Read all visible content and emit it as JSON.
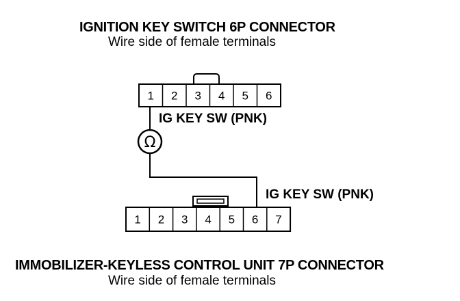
{
  "top_connector": {
    "title": "IGNITION KEY SWITCH 6P CONNECTOR",
    "subtitle": "Wire side of female terminals",
    "pins": [
      "1",
      "2",
      "3",
      "4",
      "5",
      "6"
    ],
    "wire_label": "IG KEY SW (PNK)"
  },
  "meter": {
    "symbol": "Ω",
    "icon": "ohmmeter-icon"
  },
  "bottom_connector": {
    "title": "IMMOBILIZER-KEYLESS CONTROL UNIT 7P CONNECTOR",
    "subtitle": "Wire side of female terminals",
    "pins": [
      "1",
      "2",
      "3",
      "4",
      "5",
      "6",
      "7"
    ],
    "wire_label": "IG KEY SW (PNK)"
  }
}
